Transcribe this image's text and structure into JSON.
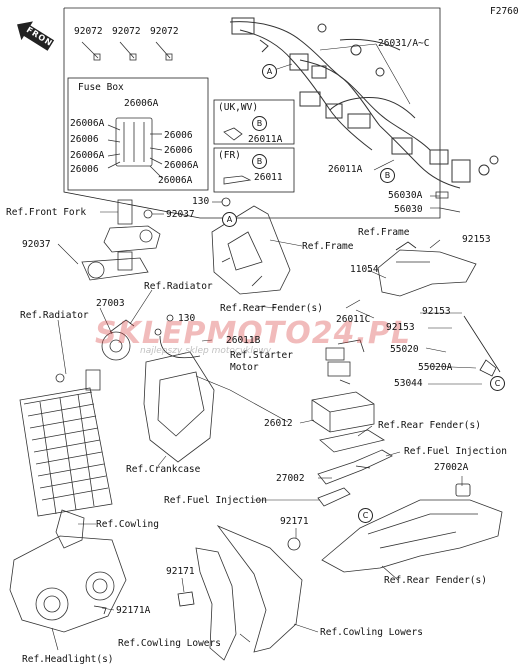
{
  "diagram_code": "F2760",
  "front_label": "FRONT",
  "watermark": {
    "logo": "SKLEPMOTO24.PL",
    "tagline": "najlepszy sklep motocyklowy"
  },
  "fuse_box": {
    "title": "Fuse Box",
    "left_labels": [
      "26006A",
      "26006",
      "26006A",
      "26006"
    ],
    "right_labels": [
      "26006",
      "26006",
      "26006A",
      "26006A"
    ],
    "top_label": "26006A"
  },
  "uk_wv": {
    "title": "(UK,WV)",
    "circle": "B",
    "part": "26011A"
  },
  "fr": {
    "title": "(FR)",
    "circle": "B",
    "part": "26011"
  },
  "top_clips": [
    "92072",
    "92072",
    "92072"
  ],
  "callouts": {
    "harness": "26031/A~C",
    "circle_a_top": "A",
    "part_26011A": "26011A",
    "circle_b": "B",
    "part_56030A": "56030A",
    "part_56030": "56030",
    "part_130_top": "130",
    "circle_a_frame": "A",
    "ref_frame_1": "Ref.Frame",
    "ref_front_fork": "Ref.Front Fork",
    "part_92037_a": "92037",
    "part_92037_b": "92037",
    "ref_frame_2": "Ref.Frame",
    "part_92153_a": "92153",
    "part_11054": "11054",
    "ref_radiator_1": "Ref.Radiator",
    "ref_radiator_2": "Ref.Radiator",
    "part_27003": "27003",
    "part_130_mid": "130",
    "ref_rear_fender_1": "Ref.Rear Fender(s)",
    "part_92153_b": "92153",
    "part_26011C": "26011C",
    "part_92153_c": "92153",
    "part_26011B": "26011B",
    "ref_starter_motor": "Ref.Starter Motor",
    "part_55020": "55020",
    "part_55020A": "55020A",
    "part_53044": "53044",
    "circle_c_right": "C",
    "part_26012": "26012",
    "ref_rear_fender_2": "Ref.Rear Fender(s)",
    "ref_fuel_injection_1": "Ref.Fuel Injection",
    "ref_crankcase": "Ref.Crankcase",
    "part_27002": "27002",
    "part_27002A": "27002A",
    "ref_fuel_injection_2": "Ref.Fuel Injection",
    "ref_cowling": "Ref.Cowling",
    "part_92171_a": "92171",
    "circle_c_bottom": "C",
    "part_92171_b": "92171",
    "ref_rear_fender_3": "Ref.Rear Fender(s)",
    "part_92171A": "92171A",
    "ref_cowling_lowers_1": "Ref.Cowling Lowers",
    "ref_cowling_lowers_2": "Ref.Cowling Lowers",
    "ref_headlight": "Ref.Headlight(s)"
  }
}
